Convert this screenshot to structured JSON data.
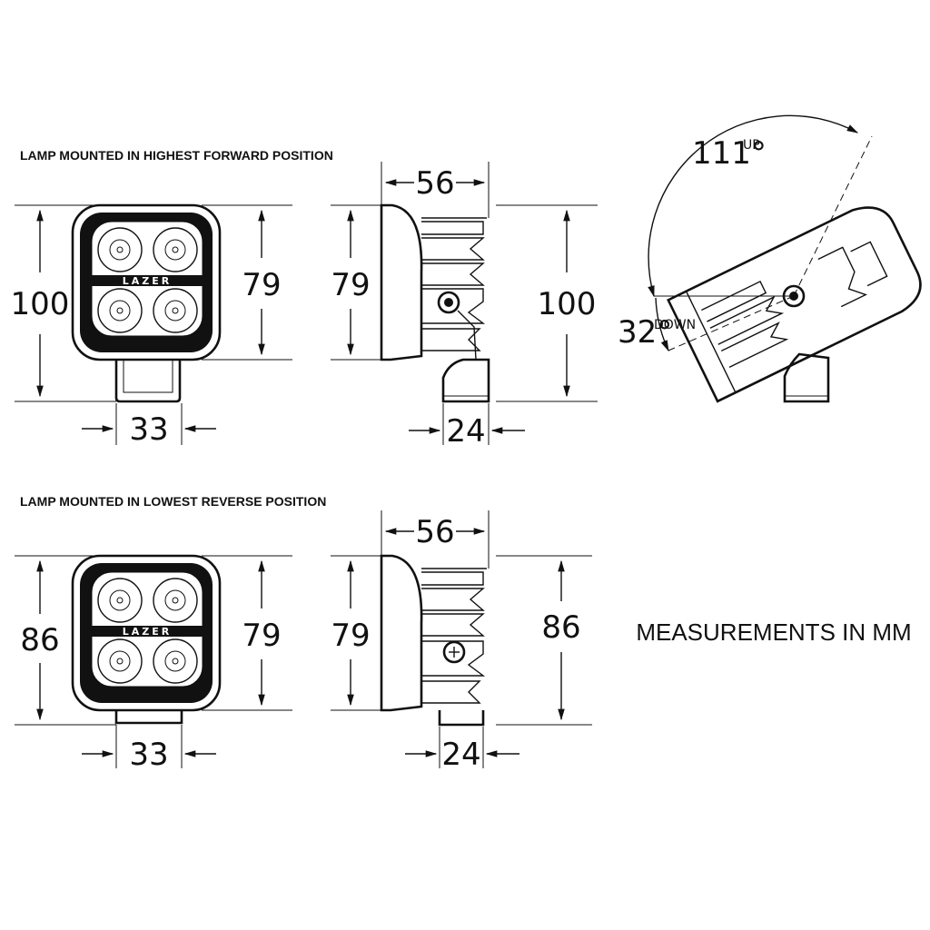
{
  "labels": {
    "top_title": "LAMP MOUNTED IN HIGHEST FORWARD POSITION",
    "bottom_title": "LAMP MOUNTED IN LOWEST REVERSE POSITION",
    "units_note": "MEASUREMENTS IN MM",
    "logo": "LAZER"
  },
  "top": {
    "front": {
      "height": "100",
      "inner_height": "79",
      "bracket_width": "33"
    },
    "side": {
      "width": "56",
      "inner_height": "79",
      "height": "100",
      "bracket_width": "24"
    },
    "angle": {
      "up_value": "111°",
      "up_label": "UP",
      "down_value": "32°",
      "down_label": "DOWN"
    }
  },
  "bottom": {
    "front": {
      "height": "86",
      "inner_height": "79",
      "bracket_width": "33"
    },
    "side": {
      "width": "56",
      "inner_height": "79",
      "height": "86",
      "bracket_width": "24"
    }
  }
}
